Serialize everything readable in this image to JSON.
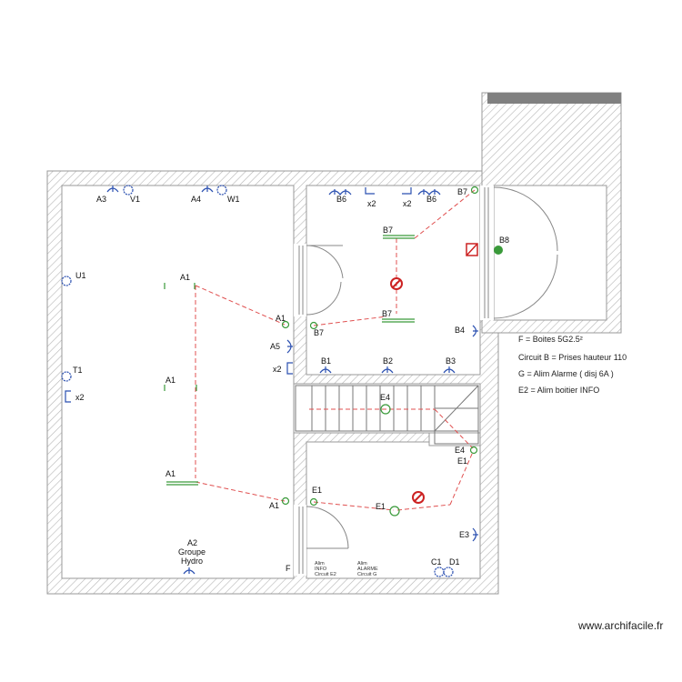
{
  "labels": {
    "A3": "A3",
    "V1": "V1",
    "A4": "A4",
    "W1": "W1",
    "U1": "U1",
    "T1": "T1",
    "x2_left": "x2",
    "A1_a": "A1",
    "A1_b": "A1",
    "A1_c": "A1",
    "A1_d": "A1",
    "A1_e": "A1",
    "A5": "A5",
    "x2_mid": "x2",
    "B6_a": "B6",
    "B6_b": "B6",
    "x2_b6a": "x2",
    "x2_b6b": "x2",
    "B7_a": "B7",
    "B7_b": "B7",
    "B7_c": "B7",
    "B7_d": "B7",
    "B8": "B8",
    "B4": "B4",
    "B1": "B1",
    "B2": "B2",
    "B3": "B3",
    "E4_a": "E4",
    "E4_b": "E4",
    "E1_a": "E1",
    "E1_b": "E1",
    "E1_c": "E1",
    "E3": "E3",
    "C1": "C1",
    "D1": "D1",
    "F": "F",
    "A2": "A2",
    "groupe": "Groupe",
    "hydro": "Hydro"
  },
  "notes": {
    "alim_info": [
      "Alim",
      "INFO",
      "Circuit E2"
    ],
    "alim_alarme": [
      "Alim",
      "ALARME",
      "Circuit G"
    ]
  },
  "legend": [
    "F = Boites 5G2.5²",
    "Circuit B = Prises hauteur 110",
    "G = Alim Alarme ( disj 6A )",
    "E2 = Alim boitier INFO"
  ],
  "credit": "www.archifacile.fr",
  "colors": {
    "wire": "#e05050",
    "socket": "#2a4fb0",
    "switch": "#3a9a3a",
    "forbidden": "#cc2222",
    "wall": "#9a9a9a"
  },
  "icons": [
    "socket-icon",
    "switch-icon",
    "light-point-icon",
    "no-entry-icon",
    "electrical-panel-icon"
  ]
}
